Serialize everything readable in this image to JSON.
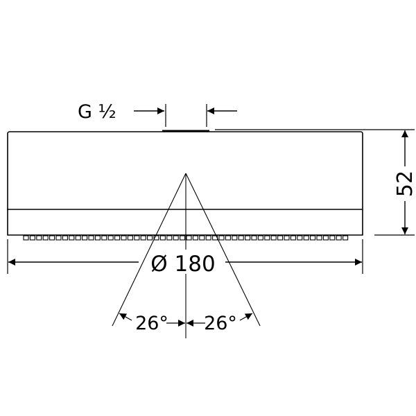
{
  "drawing": {
    "thread_label": "G ½",
    "diameter_label": "Ø 180",
    "height_label": "52",
    "angle_left_label": "26°",
    "angle_right_label": "26°"
  },
  "colors": {
    "line": "#000000",
    "background": "#ffffff"
  }
}
